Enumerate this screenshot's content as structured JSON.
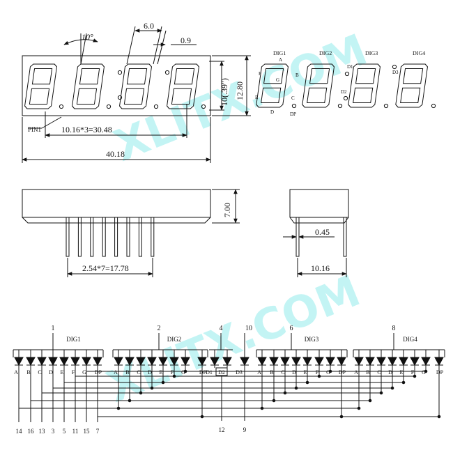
{
  "watermark": {
    "text_top": "XLITX.COM",
    "text_bottom": "XLITX.COM",
    "color": "#a8f0f0"
  },
  "front_view": {
    "angle": "10°",
    "seg_width": "6.0",
    "seg_gap": "0.9",
    "digit_height": "10(.39\")",
    "height": "12.80",
    "pitch": "10.16*3=30.48",
    "width": "40.18",
    "pin_label": "PIN1"
  },
  "segment_legend": {
    "digits": [
      "DIG1",
      "DIG2",
      "DIG3",
      "DIG4"
    ],
    "segments": {
      "a": "A",
      "b": "B",
      "c": "C",
      "d": "D",
      "e": "E",
      "f": "F",
      "g": "G",
      "dp": "DP"
    },
    "colons": {
      "d1": "D1",
      "d2": "D2",
      "d3": "D3"
    }
  },
  "side_view": {
    "thickness": "7.00",
    "pin_pitch": "2.54*7=17.78"
  },
  "end_view": {
    "pin_width": "0.45",
    "row_spacing": "10.16"
  },
  "schematic": {
    "groups": [
      {
        "name": "DIG1",
        "common_pin": "1",
        "segments": [
          "A",
          "B",
          "C",
          "D",
          "E",
          "F",
          "G",
          "DP"
        ]
      },
      {
        "name": "DIG2",
        "common_pin": "2",
        "segments": [
          "A",
          "B",
          "C",
          "D",
          "E",
          "F",
          "G",
          "DP"
        ]
      },
      {
        "name": "DIG3",
        "common_pin": "6",
        "segments": [
          "A",
          "B",
          "C",
          "D",
          "E",
          "F",
          "G",
          "DP"
        ]
      },
      {
        "name": "DIG4",
        "common_pin": "8",
        "segments": [
          "A",
          "B",
          "C",
          "D",
          "E",
          "F",
          "G",
          "DP"
        ]
      }
    ],
    "colon": {
      "common_pin": "4",
      "labels": [
        "D1",
        "D2"
      ],
      "bottom_pin": "12"
    },
    "d3": {
      "common_pin": "10",
      "label": "D3",
      "bottom_pin": "9"
    },
    "bottom_pins": [
      "14",
      "16",
      "13",
      "3",
      "5",
      "11",
      "15",
      "7"
    ]
  }
}
